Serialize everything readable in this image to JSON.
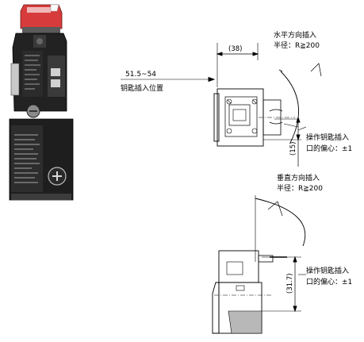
{
  "horizontal_insertion": {
    "title": "水平方向插入",
    "radius": "半径：R≧200"
  },
  "vertical_insertion": {
    "title": "垂直方向插入",
    "radius": "半径：R≧200"
  },
  "key_position": {
    "range": "51.5~54",
    "caption": "钥匙插入位置"
  },
  "key_eccentricity_top": {
    "line1": "操作钥匙插入",
    "line2": "口的偏心：±1"
  },
  "key_eccentricity_bottom": {
    "line1": "操作钥匙插入",
    "line2": "口的偏心：±1"
  },
  "dimensions": {
    "width_top": "(38)",
    "offset_top": "(15)",
    "offset_bottom": "(31.7)"
  }
}
